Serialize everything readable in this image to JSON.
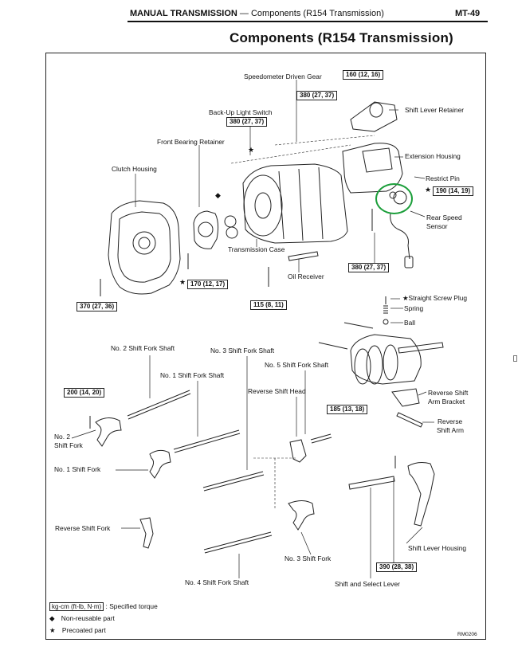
{
  "header": {
    "section": "MANUAL TRANSMISSION",
    "separator": " — ",
    "subtitle": "Components (R154 Transmission)",
    "page": "MT-49"
  },
  "title": "Components (R154 Transmission)",
  "labels": {
    "speedometer_driven_gear": "Speedometer Driven Gear",
    "shift_lever_retainer": "Shift Lever Retainer",
    "backup_light_switch": "Back-Up Light Switch",
    "front_bearing_retainer": "Front Bearing Retainer",
    "extension_housing": "Extension Housing",
    "clutch_housing": "Clutch Housing",
    "restrict_pin": "Restrict Pin",
    "rear_speed_sensor_1": "Rear Speed",
    "rear_speed_sensor_2": "Sensor",
    "transmission_case": "Transmission Case",
    "oil_receiver": "Oil Receiver",
    "straight_screw_plug": "Straight Screw Plug",
    "spring": "Spring",
    "ball": "Ball",
    "no2_shift_fork_shaft": "No. 2 Shift Fork Shaft",
    "no3_shift_fork_shaft": "No. 3 Shift Fork Shaft",
    "no1_shift_fork_shaft": "No. 1 Shift Fork Shaft",
    "no5_shift_fork_shaft": "No. 5 Shift Fork Shaft",
    "reverse_shift_head": "Reverse Shift Head",
    "reverse_shift_arm_bracket_1": "Reverse Shift",
    "reverse_shift_arm_bracket_2": "Arm Bracket",
    "reverse_shift_arm_1": "Reverse",
    "reverse_shift_arm_2": "Shift Arm",
    "no2_shift_fork_1": "No. 2",
    "no2_shift_fork_2": "Shift Fork",
    "no1_shift_fork": "No. 1 Shift Fork",
    "reverse_shift_fork": "Reverse Shift Fork",
    "shift_lever_housing": "Shift Lever Housing",
    "no3_shift_fork": "No. 3 Shift Fork",
    "no4_shift_fork_shaft": "No. 4 Shift Fork Shaft",
    "shift_and_select_lever": "Shift and Select Lever"
  },
  "torques": {
    "t160": "160 (12, 16)",
    "t380a": "380 (27, 37)",
    "t380b": "380 (27, 37)",
    "t190": "190 (14, 19)",
    "t170": "170 (12, 17)",
    "t380c": "380 (27, 37)",
    "t370": "370 (27, 36)",
    "t115": "115 (8, 11)",
    "t200": "200 (14, 20)",
    "t185": "185 (13, 18)",
    "t390": "390 (28, 38)"
  },
  "legend": {
    "unit_box": "kg-cm (ft-lb, N·m)",
    "unit_desc": ": Specified torque",
    "diamond_symbol": "◆",
    "diamond_desc": "Non-reusable part",
    "star_symbol": "★",
    "star_desc": "Precoated part"
  },
  "figure_code": "RM0206",
  "symbols": {
    "star": "★",
    "diamond": "◆"
  },
  "colors": {
    "highlight": "#1b9e3a",
    "ink": "#111111"
  }
}
